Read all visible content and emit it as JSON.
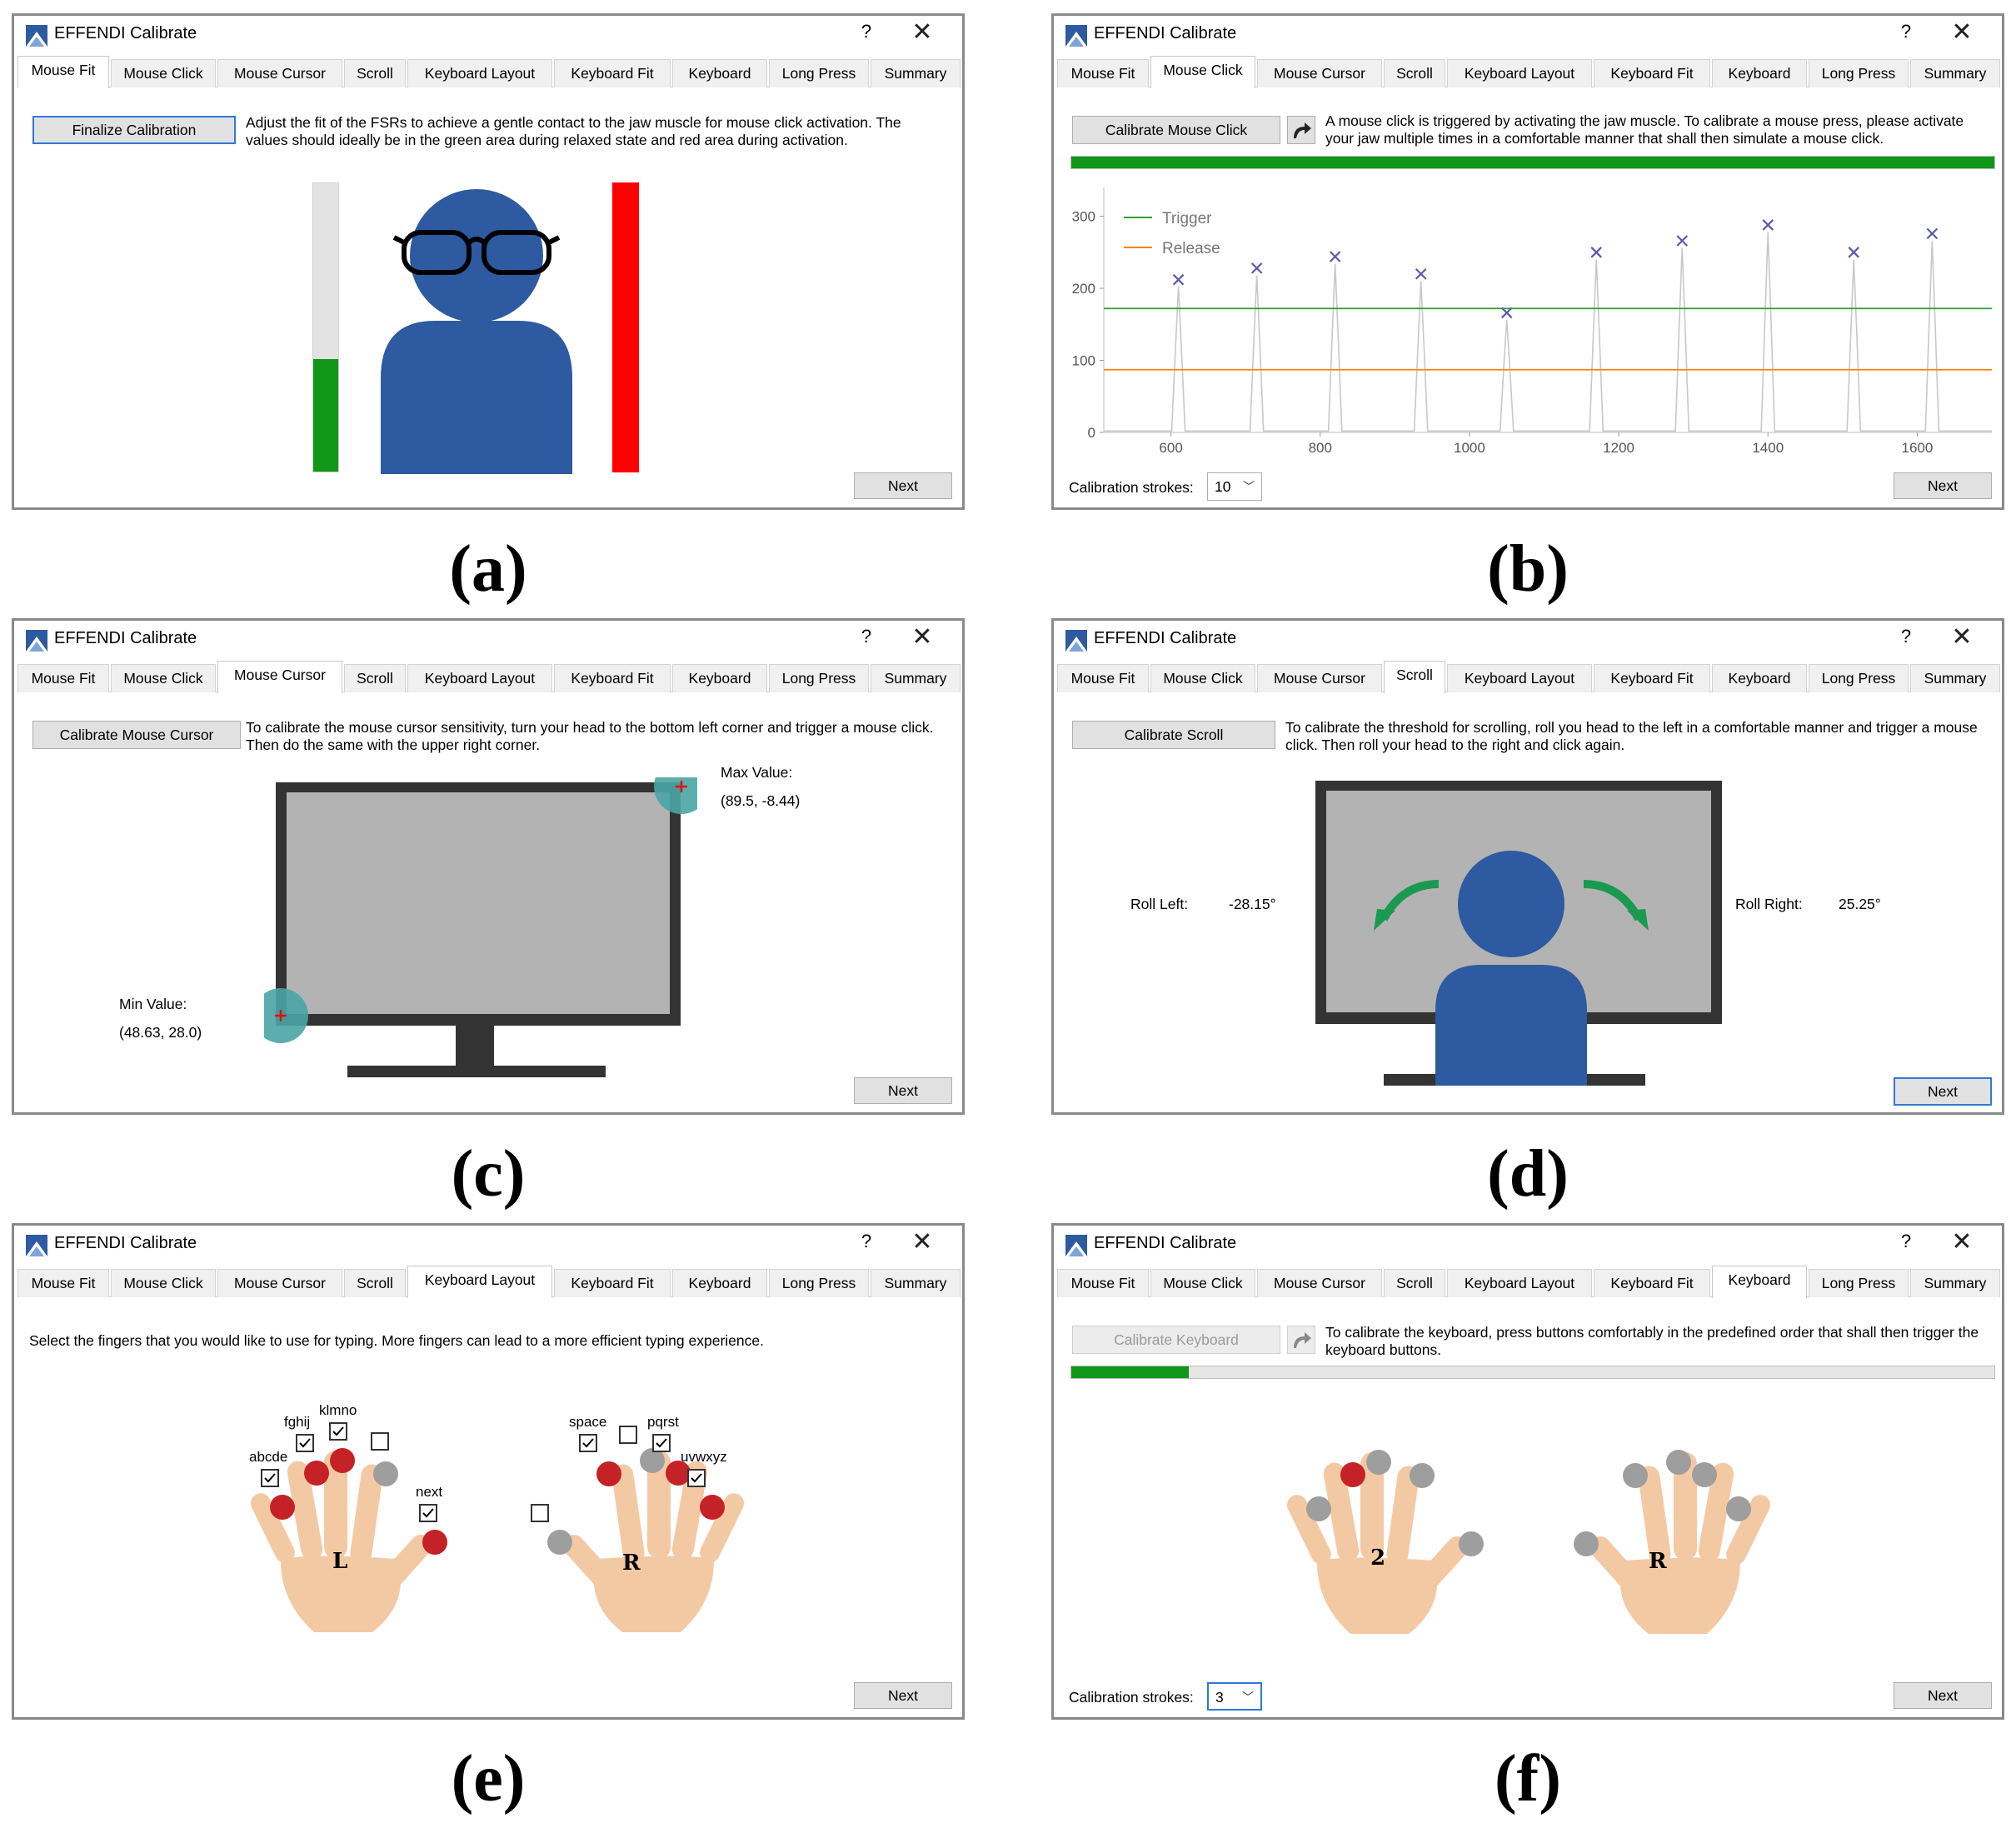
{
  "app_title": "EFFENDI Calibrate",
  "help_label": "?",
  "close_label": "✕",
  "tabs": [
    "Mouse Fit",
    "Mouse Click",
    "Mouse Cursor",
    "Scroll",
    "Keyboard Layout",
    "Keyboard Fit",
    "Keyboard",
    "Long Press",
    "Summary"
  ],
  "next_label": "Next",
  "colors": {
    "accent_blue": "#2d5aa0",
    "green": "#109618",
    "red": "#ff0000",
    "teal": "#4aa5a5",
    "hand": "#f3c9a4",
    "finger_active": "#c42227",
    "finger_inactive": "#9e9e9e"
  },
  "panels": {
    "a": {
      "caption": "(a)",
      "button": "Finalize Calibration",
      "desc": "Adjust the fit of the FSRs to achieve a gentle contact to the jaw muscle for mouse click activation. The values should ideally be in the green area during relaxed state and red area during activation.",
      "left_gauge_level": 0.39,
      "right_gauge_level": 1.0
    },
    "b": {
      "caption": "(b)",
      "button": "Calibrate Mouse Click",
      "desc": "A mouse click is triggered by activating the jaw muscle. To calibrate a mouse press, please activate your jaw multiple times in a comfortable manner that shall then simulate a mouse click.",
      "progress": 1.0,
      "strokes_label": "Calibration strokes:",
      "strokes_value": "10",
      "chart_data": {
        "type": "line",
        "series": [
          {
            "name": "Trigger",
            "color": "#2ca02c",
            "y": 172
          },
          {
            "name": "Release",
            "color": "#ff7f0e",
            "y": 87
          }
        ],
        "peaks_x": [
          610,
          715,
          820,
          935,
          1050,
          1170,
          1285,
          1400,
          1515,
          1620
        ],
        "peaks_y": [
          212,
          228,
          244,
          220,
          166,
          250,
          266,
          288,
          250,
          276
        ],
        "x_ticks": [
          600,
          800,
          1000,
          1200,
          1400,
          1600
        ],
        "y_ticks": [
          0,
          100,
          200,
          300
        ],
        "xlim": [
          510,
          1700
        ],
        "ylim": [
          0,
          340
        ],
        "legend": "top-left"
      }
    },
    "c": {
      "caption": "(c)",
      "button": "Calibrate Mouse Cursor",
      "desc": "To calibrate the mouse cursor sensitivity, turn your head to the bottom left corner and trigger a mouse click. Then do the same with the upper right corner.",
      "max_label": "Max Value:",
      "max_value": "(89.5, -8.44)",
      "min_label": "Min Value:",
      "min_value": "(48.63, 28.0)"
    },
    "d": {
      "caption": "(d)",
      "button": "Calibrate Scroll",
      "desc": "To calibrate the threshold for scrolling, roll you head to the left in a comfortable manner and trigger a mouse click. Then roll your head to the right and click again.",
      "roll_left_label": "Roll Left:",
      "roll_left_value": "-28.15°",
      "roll_right_label": "Roll Right:",
      "roll_right_value": "25.25°"
    },
    "e": {
      "caption": "(e)",
      "desc": "Select the fingers that you would like to use for typing. More fingers can lead to a more efficient typing experience.",
      "left_hand_letter": "L",
      "right_hand_letter": "R",
      "left_labels": [
        "abcde",
        "fghij",
        "klmno",
        "next"
      ],
      "right_labels": [
        "space",
        "pqrst",
        "uvwxyz"
      ]
    },
    "f": {
      "caption": "(f)",
      "button": "Calibrate Keyboard",
      "desc": "To calibrate the keyboard, press buttons comfortably in the predefined order that shall then trigger the keyboard buttons.",
      "progress": 0.127,
      "strokes_label": "Calibration strokes:",
      "strokes_value": "3",
      "left_hand_letter": "2",
      "right_hand_letter": "R"
    }
  }
}
